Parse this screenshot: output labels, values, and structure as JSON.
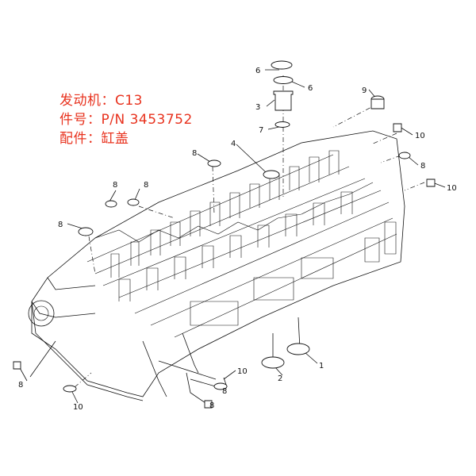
{
  "title_block": {
    "engine": "发动机：C13",
    "part_number": "件号：P/N 3453752",
    "component": "配件：缸盖"
  },
  "callouts": [
    "6",
    "6",
    "3",
    "7",
    "4",
    "9",
    "10",
    "8",
    "10",
    "8",
    "8",
    "8",
    "8",
    "8",
    "10",
    "8",
    "10",
    "8",
    "2",
    "1"
  ],
  "colors": {
    "caption": "#e8321e",
    "line": "#111111",
    "background": "#ffffff"
  }
}
